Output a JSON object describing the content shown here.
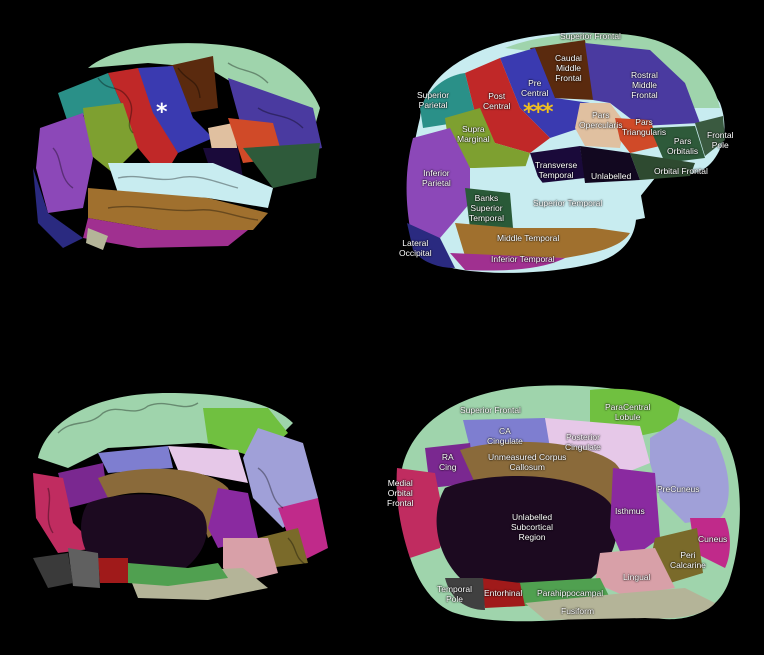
{
  "colors": {
    "background": "#000000",
    "superior_frontal": "#9fd4ac",
    "caudal_middle_frontal": "#5a2a0e",
    "rostral_middle_frontal": "#4a3aa0",
    "precentral": "#3a3ab0",
    "postcentral": "#c02828",
    "pars_opercularis": "#e0c0a0",
    "pars_triangularis": "#d04a28",
    "pars_orbitalis": "#2e5a3a",
    "orbital_frontal": "#2e4a30",
    "supramarginal": "#7ea030",
    "superior_parietal": "#2a9088",
    "inferior_parietal": "#8c48b8",
    "transverse_temporal": "#1a0a3a",
    "superior_temporal": "#c8ecf0",
    "banks_superior_temporal": "#2a5a38",
    "middle_temporal": "#a0702e",
    "inferior_temporal": "#a03090",
    "lateral_occipital": "#2a2a80",
    "paracentral": "#70c040",
    "ca_cingulate": "#7e7ed0",
    "posterior_cingulate": "#e6c8e8",
    "ra_cingulate": "#7a2890",
    "corpus_callosum": "#8a6a3a",
    "medial_orbital_frontal": "#c02c60",
    "subcortical": "#1c0a20",
    "isthmus": "#8a2aa0",
    "precuneus": "#a0a0d8",
    "cuneus": "#c02a8a",
    "pericalcarine": "#7a6a2a",
    "lingual": "#d8a0a8",
    "fusiform": "#b4b498",
    "parahippocampal": "#50a050",
    "entorhinal": "#a01a1a",
    "temporal_pole": "#606060",
    "frontal_pole": "#6a1a6a",
    "marker_white": "#ffffff",
    "marker_yellow": "#f0c020"
  },
  "top_right_labels": {
    "superior_frontal": "Superior Frontal",
    "caudal_middle_frontal": "Caudal\nMiddle\nFrontal",
    "rostral_middle_frontal": "Rostral\nMiddle\nFrontal",
    "superior_parietal": "Superior\nParietal",
    "post_central": "Post\nCentral",
    "pre_central": "Pre\nCentral",
    "pars_opercularis": "Pars\nOpercularis",
    "pars_triangularis": "Pars\nTriangularis",
    "pars_orbitalis": "Pars\nOrbitalis",
    "frontal_pole": "Frontal\nPole",
    "supra_marginal": "Supra\nMarginal",
    "transverse_temporal": "Transverse\nTemporal",
    "unlabelled": "Unlabelled",
    "orbital_frontal": "Orbital Frontal",
    "inferior_parietal": "Inferior\nParietal",
    "banks_superior_temporal": "Banks\nSuperior\nTemporal",
    "superior_temporal": "Superior Temporal",
    "middle_temporal": "Middle Temporal",
    "lateral_occipital": "Lateral\nOccipital",
    "inferior_temporal": "Inferior Temporal"
  },
  "bottom_right_labels": {
    "superior_frontal": "Superior Frontal",
    "paracentral_lobule": "ParaCentral\nLobule",
    "ca_cingulate": "CA\nCingulate",
    "posterior_cingulate": "Posterior\nCingulate",
    "ra_cing": "RA\nCing",
    "unmeasured_corpus_callosum": "Unmeasured Corpus\nCallosum",
    "medial_orbital_frontal": "Medial\nOrbital\nFrontal",
    "precuneus": "PreCuneus",
    "unlabelled_subcortical": "Unlabelled\nSubcortical\nRegion",
    "isthmus": "Isthmus",
    "cuneus": "Cuneus",
    "peri_calcarine": "Peri\nCalcarine",
    "lingual": "Lingual",
    "temporal_pole": "Temporal\nPole",
    "entorhinal": "Entorhinal",
    "parahippocampal": "Parahippocampal",
    "fusiform": "Fusiform"
  },
  "markers": {
    "single_asterisk": "*",
    "triple_asterisk": "***"
  }
}
